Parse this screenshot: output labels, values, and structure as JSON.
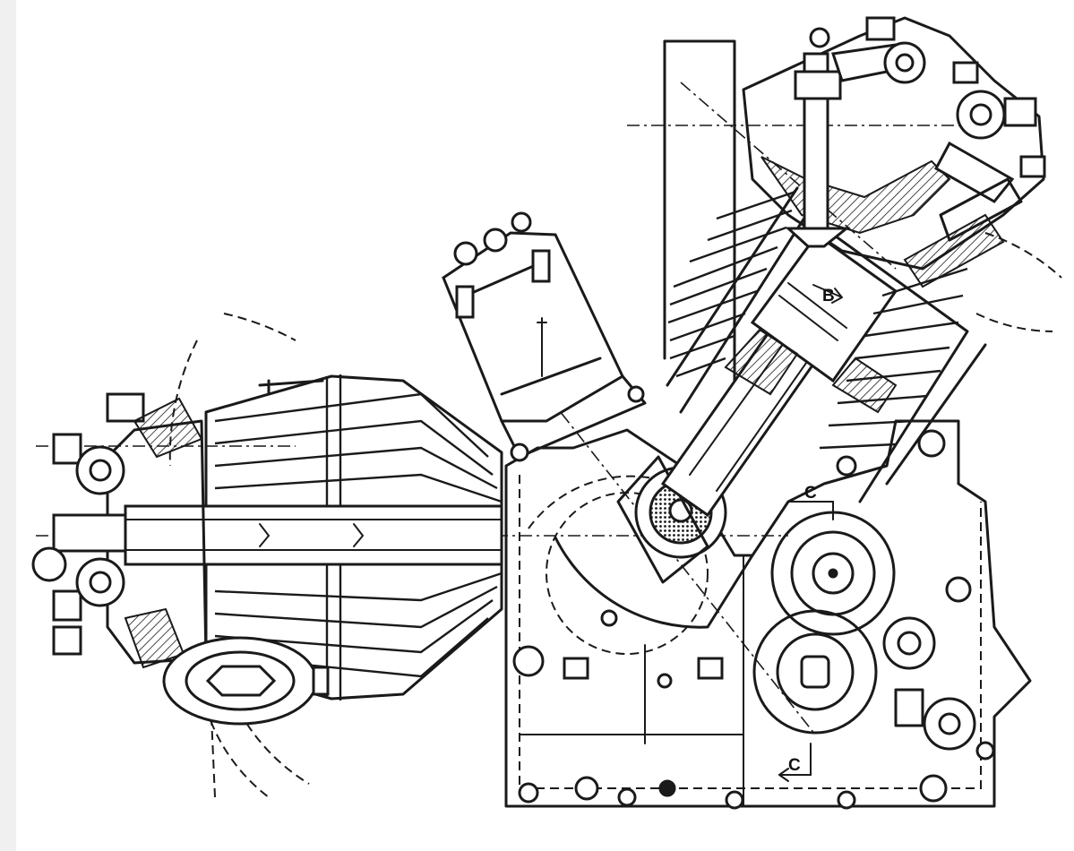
{
  "drawing": {
    "labels": {
      "section_b": "B",
      "section_c_upper": "C",
      "section_c_lower": "C"
    },
    "colors": {
      "ink": "#1a1a1a",
      "paper": "#ffffff",
      "margin": "#f0f0f0"
    }
  }
}
